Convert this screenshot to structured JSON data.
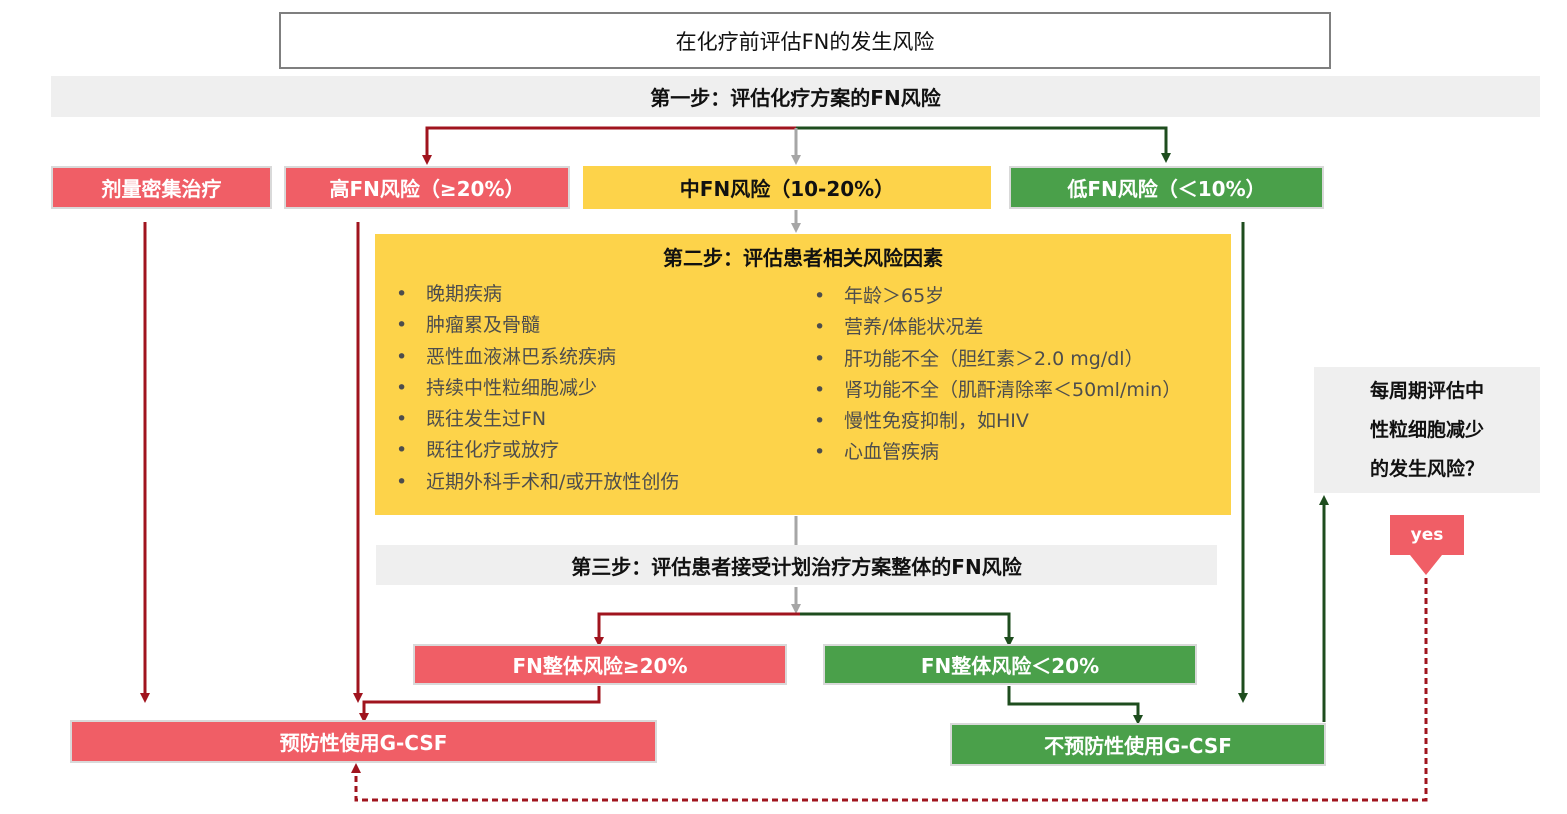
{
  "title": "在化疗前评估FN的发生风险",
  "step1": "第一步：评估化疗方案的FN风险",
  "boxes": {
    "dose_dense": "剂量密集治疗",
    "high": "高FN风险（≥20%）",
    "mid": "中FN风险（10-20%）",
    "low": "低FN风险（＜10%）"
  },
  "step2": {
    "heading": "第二步：评估患者相关风险因素",
    "left": [
      "晚期疾病",
      "肿瘤累及骨髓",
      "恶性血液淋巴系统疾病",
      "持续中性粒细胞减少",
      "既往发生过FN",
      "既往化疗或放疗",
      "近期外科手术和/或开放性创伤"
    ],
    "right": [
      "年龄＞65岁",
      "营养/体能状况差",
      "肝功能不全（胆红素＞2.0 mg/dl）",
      "肾功能不全（肌酐清除率＜50ml/min）",
      "慢性免疫抑制，如HIV",
      "心血管疾病"
    ]
  },
  "step3": "第三步：评估患者接受计划治疗方案整体的FN风险",
  "overall": {
    "high": "FN整体风险≥20%",
    "low": "FN整体风险＜20%"
  },
  "outcomes": {
    "use": "预防性使用G-CSF",
    "no_use": "不预防性使用G-CSF"
  },
  "assess_each_cycle": [
    "每周期评估中",
    "性粒细胞减少",
    "的发生风险？"
  ],
  "yes_label": "yes",
  "colors": {
    "red": "#f05e66",
    "green": "#4aa04a",
    "yellow": "#fdd34a",
    "dark_red": "#a0141e",
    "dark_green": "#1e4d1e",
    "gray_arrow": "#a6a6a6"
  }
}
